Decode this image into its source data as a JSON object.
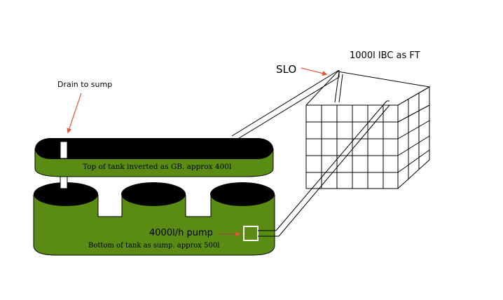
{
  "labels": {
    "drain": "Drain to sump",
    "slo": "SLO",
    "ibc": "1000l IBC as FT",
    "pump": "4000l/h pump",
    "top_tank": "Top of tank inverted as GB. approx 400l",
    "bottom_tank": "Bottom of tank as sump. approx 500l"
  },
  "colors": {
    "tank_green": "#5a8c14",
    "tank_black": "#000000",
    "arrow_red": "#e05a3a",
    "outline": "#000000",
    "background": "#ffffff"
  }
}
